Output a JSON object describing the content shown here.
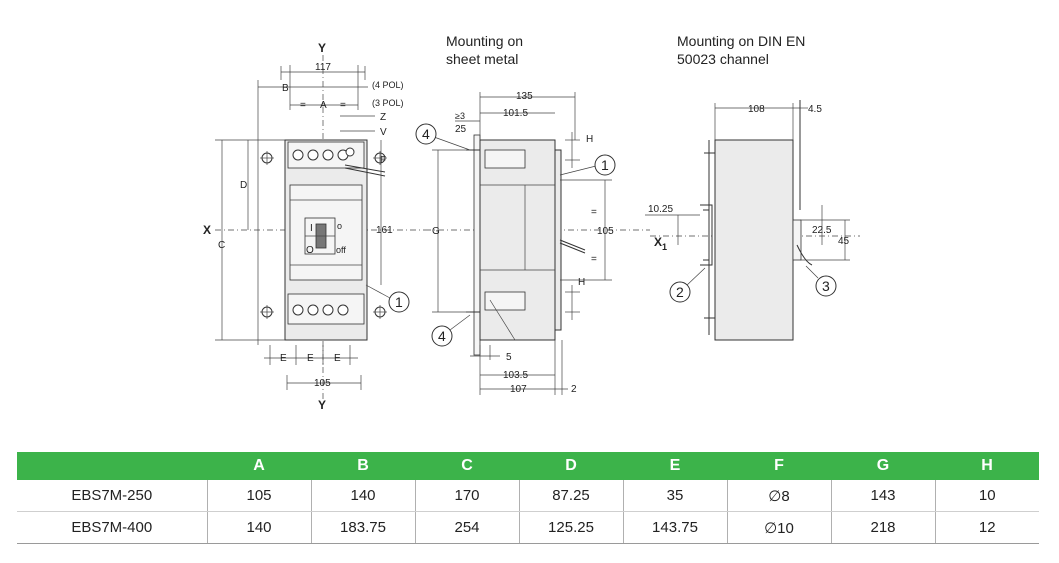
{
  "diagram": {
    "front_view": {
      "axis_y_top": "Y",
      "axis_y_bottom": "Y",
      "axis_x": "X",
      "dim_width": "117",
      "dim_b": "B",
      "dim_a": "A",
      "eq1": "=",
      "eq2": "=",
      "note_4pol": "(4 POL)",
      "note_3pol": "(3 POL)",
      "label_z": "Z",
      "label_v": "V",
      "label_f": "F",
      "label_d": "D",
      "label_c": "C",
      "dim_height": "161",
      "label_e1": "E",
      "label_e2": "E",
      "label_e3": "E",
      "dim_bottom_width": "105",
      "switch_on": "I",
      "switch_on_small": "o",
      "switch_off": "O",
      "switch_off_text": "off",
      "callout_1": "1"
    },
    "sheet_metal_view": {
      "title_line1": "Mounting on",
      "title_line2": "sheet metal",
      "dim_135": "135",
      "dim_101_5": "101.5",
      "dim_ge3": "≥3",
      "dim_25": "25",
      "label_h_top": "H",
      "label_h_bottom": "H",
      "label_g": "G",
      "dim_105": "105",
      "eq_top": "=",
      "eq_bottom": "=",
      "dim_5": "5",
      "dim_103_5": "103.5",
      "dim_107": "107",
      "dim_2": "2",
      "callout_4_top": "4",
      "callout_4_bottom": "4",
      "callout_1": "1"
    },
    "din_view": {
      "title_line1": "Mounting on DIN EN",
      "title_line2": "50023 channel",
      "dim_108": "108",
      "dim_4_5": "4.5",
      "dim_10_25": "10.25",
      "label_x1_main": "X",
      "label_x1_sub": "1",
      "dim_22_5": "22.5",
      "dim_45": "45",
      "callout_2": "2",
      "callout_3": "3"
    }
  },
  "table": {
    "header_color": "#3cb34a",
    "headers": [
      "",
      "A",
      "B",
      "C",
      "D",
      "E",
      "F",
      "G",
      "H"
    ],
    "rows": [
      [
        "EBS7M-250",
        "105",
        "140",
        "170",
        "87.25",
        "35",
        "∅8",
        "143",
        "10"
      ],
      [
        "EBS7M-400",
        "140",
        "183.75",
        "254",
        "125.25",
        "143.75",
        "∅10",
        "218",
        "12"
      ]
    ]
  }
}
